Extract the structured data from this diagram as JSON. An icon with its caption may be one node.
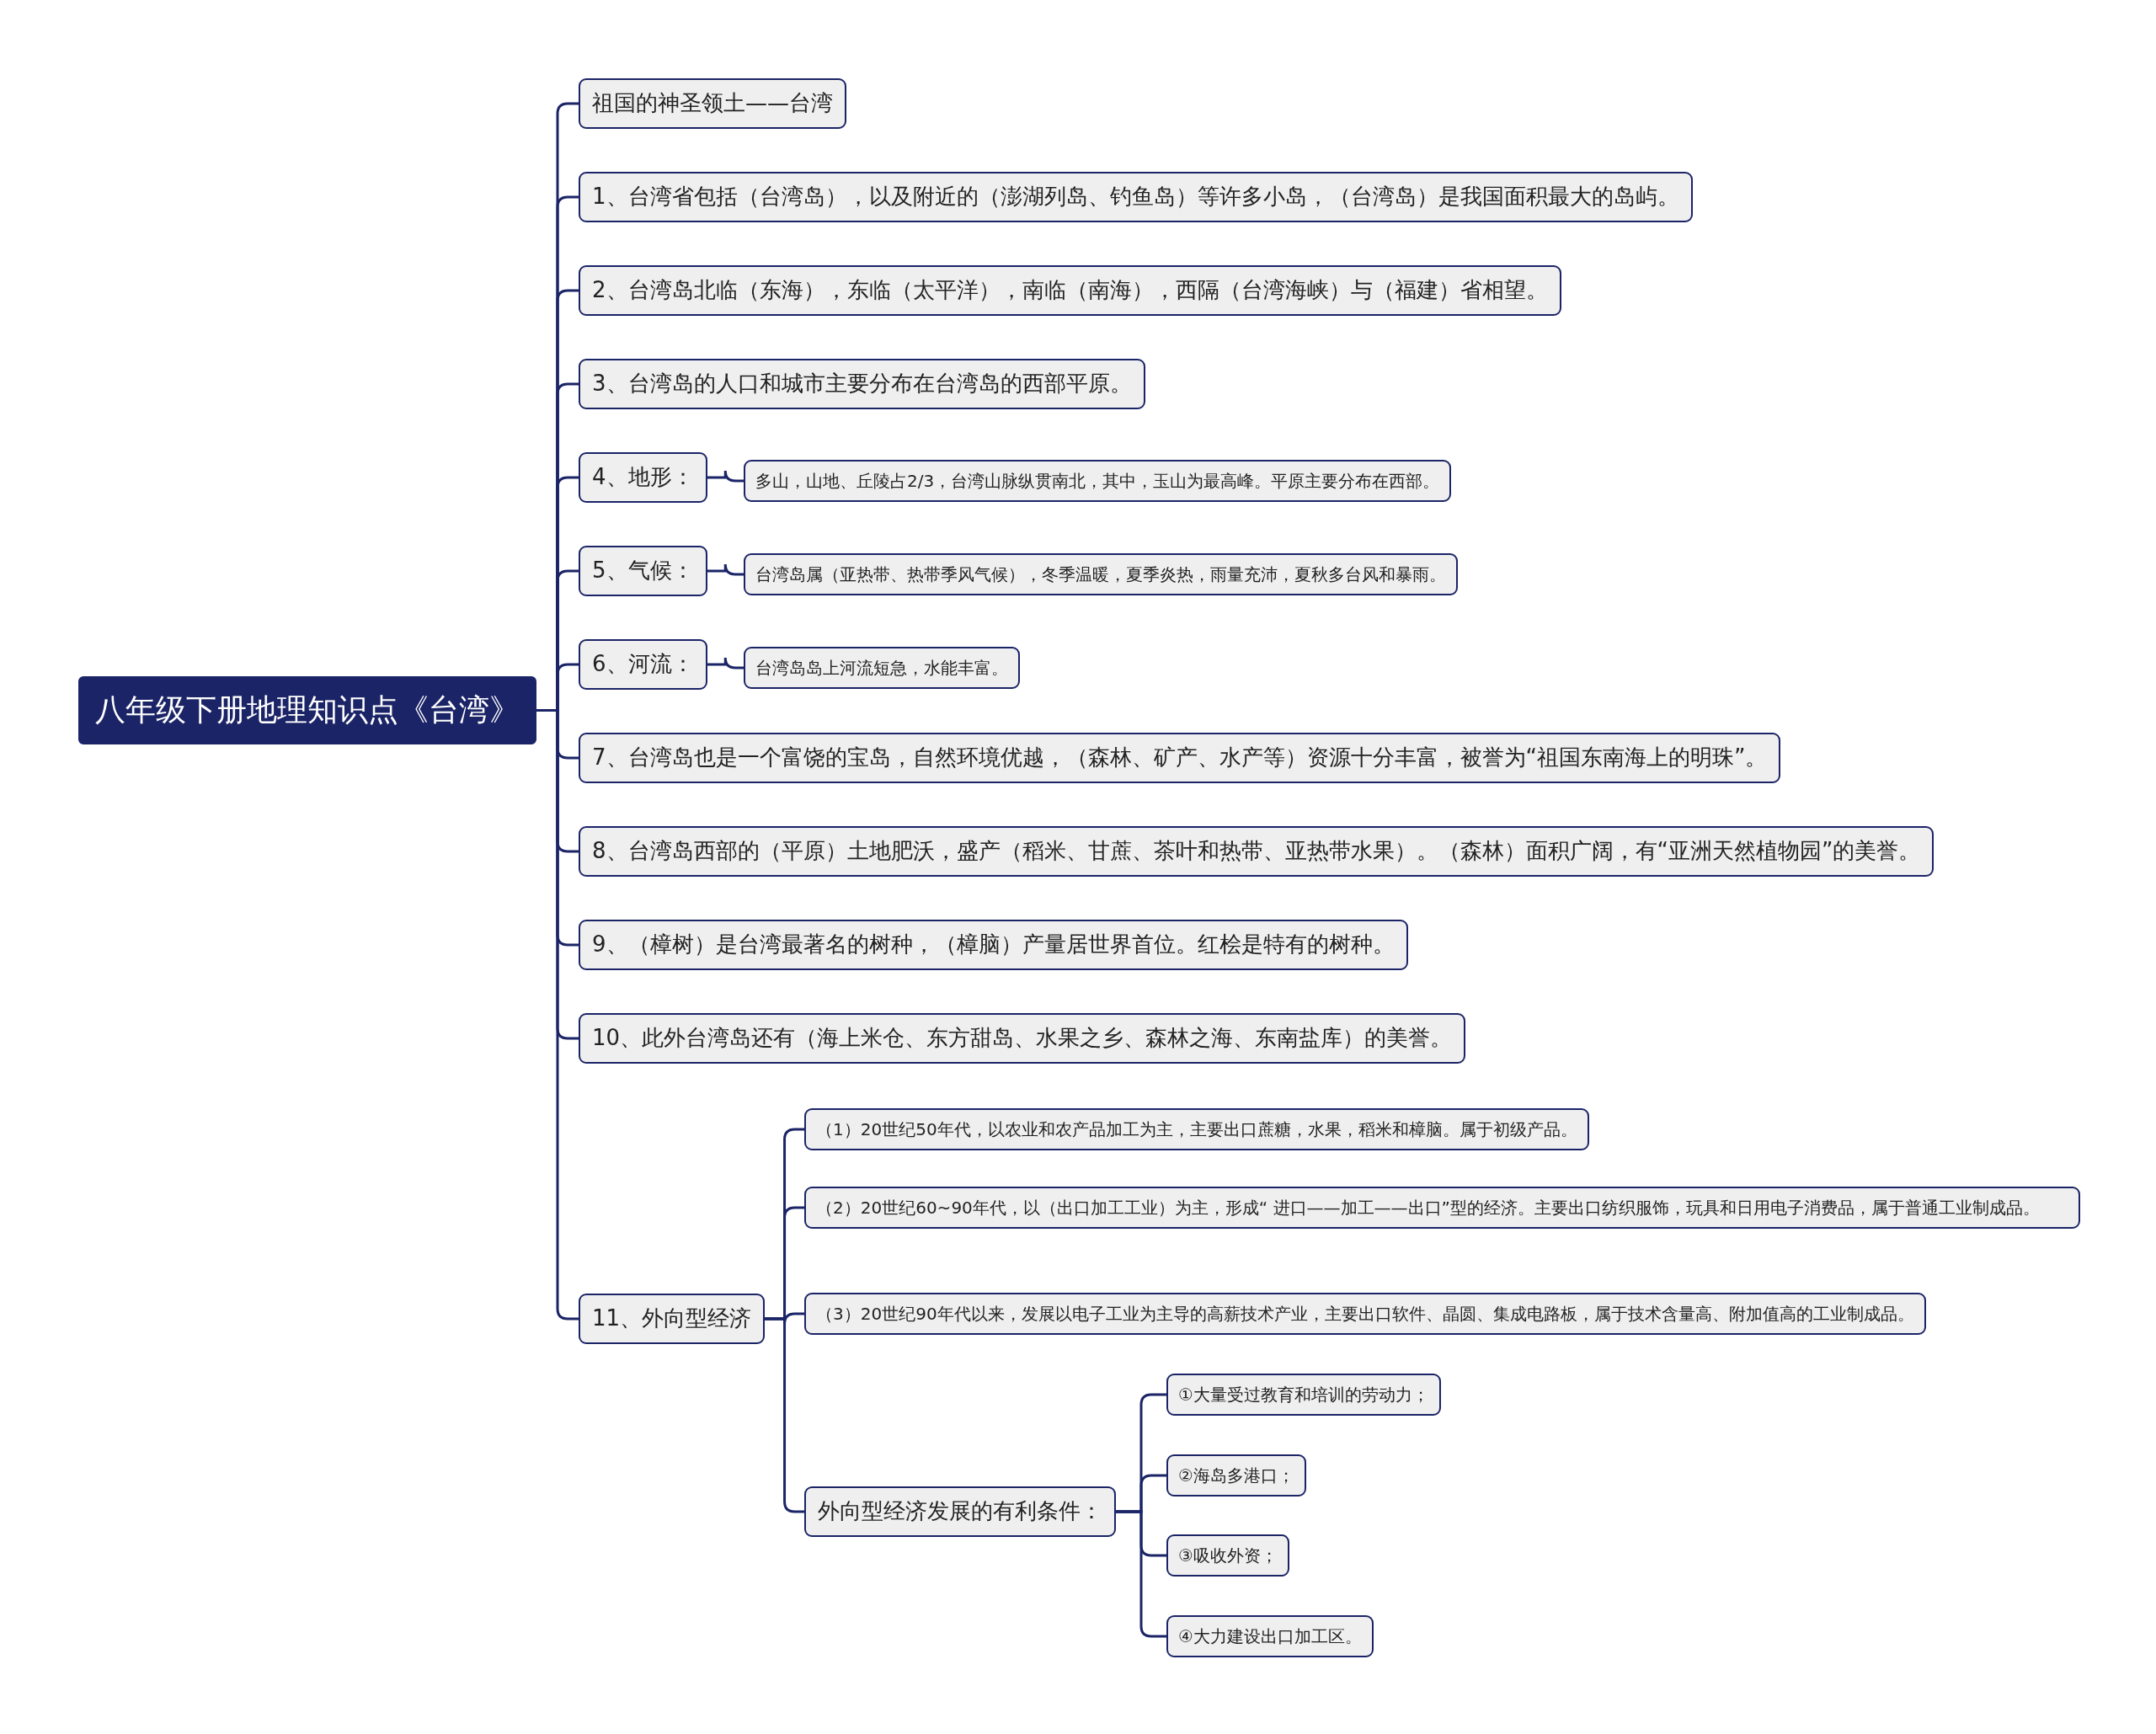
{
  "diagram": {
    "nodes": [
      {
        "text": [
          "八年级下册地理知识点《台湾》"
        ]
      },
      {
        "text": [
          "祖国的神圣领土——台湾"
        ]
      },
      {
        "text": [
          "1、台湾省包括（台湾岛），以及附近的（澎湖列岛、钓鱼岛）等许多小岛，（台湾岛）是我国面积最大的岛屿。"
        ]
      },
      {
        "text": [
          "2、台湾岛北临（东海），东临（太平洋），南临（南海），西隔（台湾海峡）与（福建）省相望。"
        ]
      },
      {
        "text": [
          "3、台湾岛的人口和城市主要分布在台湾岛的西部平原。"
        ]
      },
      {
        "text": [
          "4、地形："
        ]
      },
      {
        "text": [
          "多山，山地、丘陵占2/3，台湾山脉纵贯南北，其中，玉山为最高峰。平原主要分布在西部。"
        ]
      },
      {
        "text": [
          "5、气候："
        ]
      },
      {
        "text": [
          "台湾岛属（亚热带、热带季风气候），冬季温暖，夏季炎热，雨量充沛，夏秋多台风和暴雨。"
        ]
      },
      {
        "text": [
          "6、河流："
        ]
      },
      {
        "text": [
          "台湾岛岛上河流短急，水能丰富。"
        ]
      },
      {
        "text": [
          "7、台湾岛也是一个富饶的宝岛，自然环境优越，（森林、矿产、水产等）资源十分丰富，被誉为“祖国东南海上的明珠”。"
        ]
      },
      {
        "text": [
          "8、台湾岛西部的（平原）土地肥沃，盛产（稻米、甘蔗、茶叶和热带、亚热带水果）。（森林）面积广阔，有“亚洲天然植物园”的美誉。"
        ]
      },
      {
        "text": [
          "9、（樟树）是台湾最著名的树种，（樟脑）产量居世界首位。红桧是特有的树种。"
        ]
      },
      {
        "text": [
          "10、此外台湾岛还有（海上米仓、东方甜岛、水果之乡、森林之海、东南盐库）的美誉。"
        ]
      },
      {
        "text": [
          "11、外向型经济"
        ]
      },
      {
        "text": [
          "（1）20世纪50年代，以农业和农产品加工为主，主要出口蔗糖，水果，稻米和樟脑。属于初级产品。"
        ]
      },
      {
        "text": [
          "（2）20世纪60~90年代，以（出口加工工业）为主，形成“ 进口——加工——出口”型的经济。主要出口纺织服饰，玩具和日用电子消费品，属于普通工业制成品。"
        ]
      },
      {
        "text": [
          "（3）20世纪90年代以来，发展以电子工业为主导的高薪技术产业，主要出口软件、晶圆、集成电路板，属于技术含量高、附加值高的工业制成品。"
        ]
      },
      {
        "text": [
          "外向型经济发展的有利条件："
        ]
      },
      {
        "text": [
          "①大量受过教育和培训的劳动力；"
        ]
      },
      {
        "text": [
          "②海岛多港口；"
        ]
      },
      {
        "text": [
          "③吸收外资；"
        ]
      },
      {
        "text": [
          "④大力建设出口加工区。"
        ]
      }
    ],
    "edges": [
      {
        "from": 0,
        "to": 1,
        "arrow": "none"
      },
      {
        "from": 0,
        "to": 2,
        "arrow": "none"
      },
      {
        "from": 0,
        "to": 3,
        "arrow": "none"
      },
      {
        "from": 0,
        "to": 4,
        "arrow": "none"
      },
      {
        "from": 0,
        "to": 5,
        "arrow": "none"
      },
      {
        "from": 5,
        "to": 6,
        "arrow": "none"
      },
      {
        "from": 0,
        "to": 7,
        "arrow": "none"
      },
      {
        "from": 7,
        "to": 8,
        "arrow": "none"
      },
      {
        "from": 0,
        "to": 9,
        "arrow": "none"
      },
      {
        "from": 9,
        "to": 10,
        "arrow": "none"
      },
      {
        "from": 0,
        "to": 11,
        "arrow": "none"
      },
      {
        "from": 0,
        "to": 12,
        "arrow": "none"
      },
      {
        "from": 0,
        "to": 13,
        "arrow": "none"
      },
      {
        "from": 0,
        "to": 14,
        "arrow": "none"
      },
      {
        "from": 0,
        "to": 15,
        "arrow": "none"
      },
      {
        "from": 15,
        "to": 16,
        "arrow": "none"
      },
      {
        "from": 15,
        "to": 17,
        "arrow": "none"
      },
      {
        "from": 15,
        "to": 18,
        "arrow": "none"
      },
      {
        "from": 15,
        "to": 19,
        "arrow": "none"
      },
      {
        "from": 19,
        "to": 20,
        "arrow": "none"
      },
      {
        "from": 19,
        "to": 21,
        "arrow": "none"
      },
      {
        "from": 19,
        "to": 22,
        "arrow": "none"
      },
      {
        "from": 19,
        "to": 23,
        "arrow": "none"
      }
    ]
  }
}
